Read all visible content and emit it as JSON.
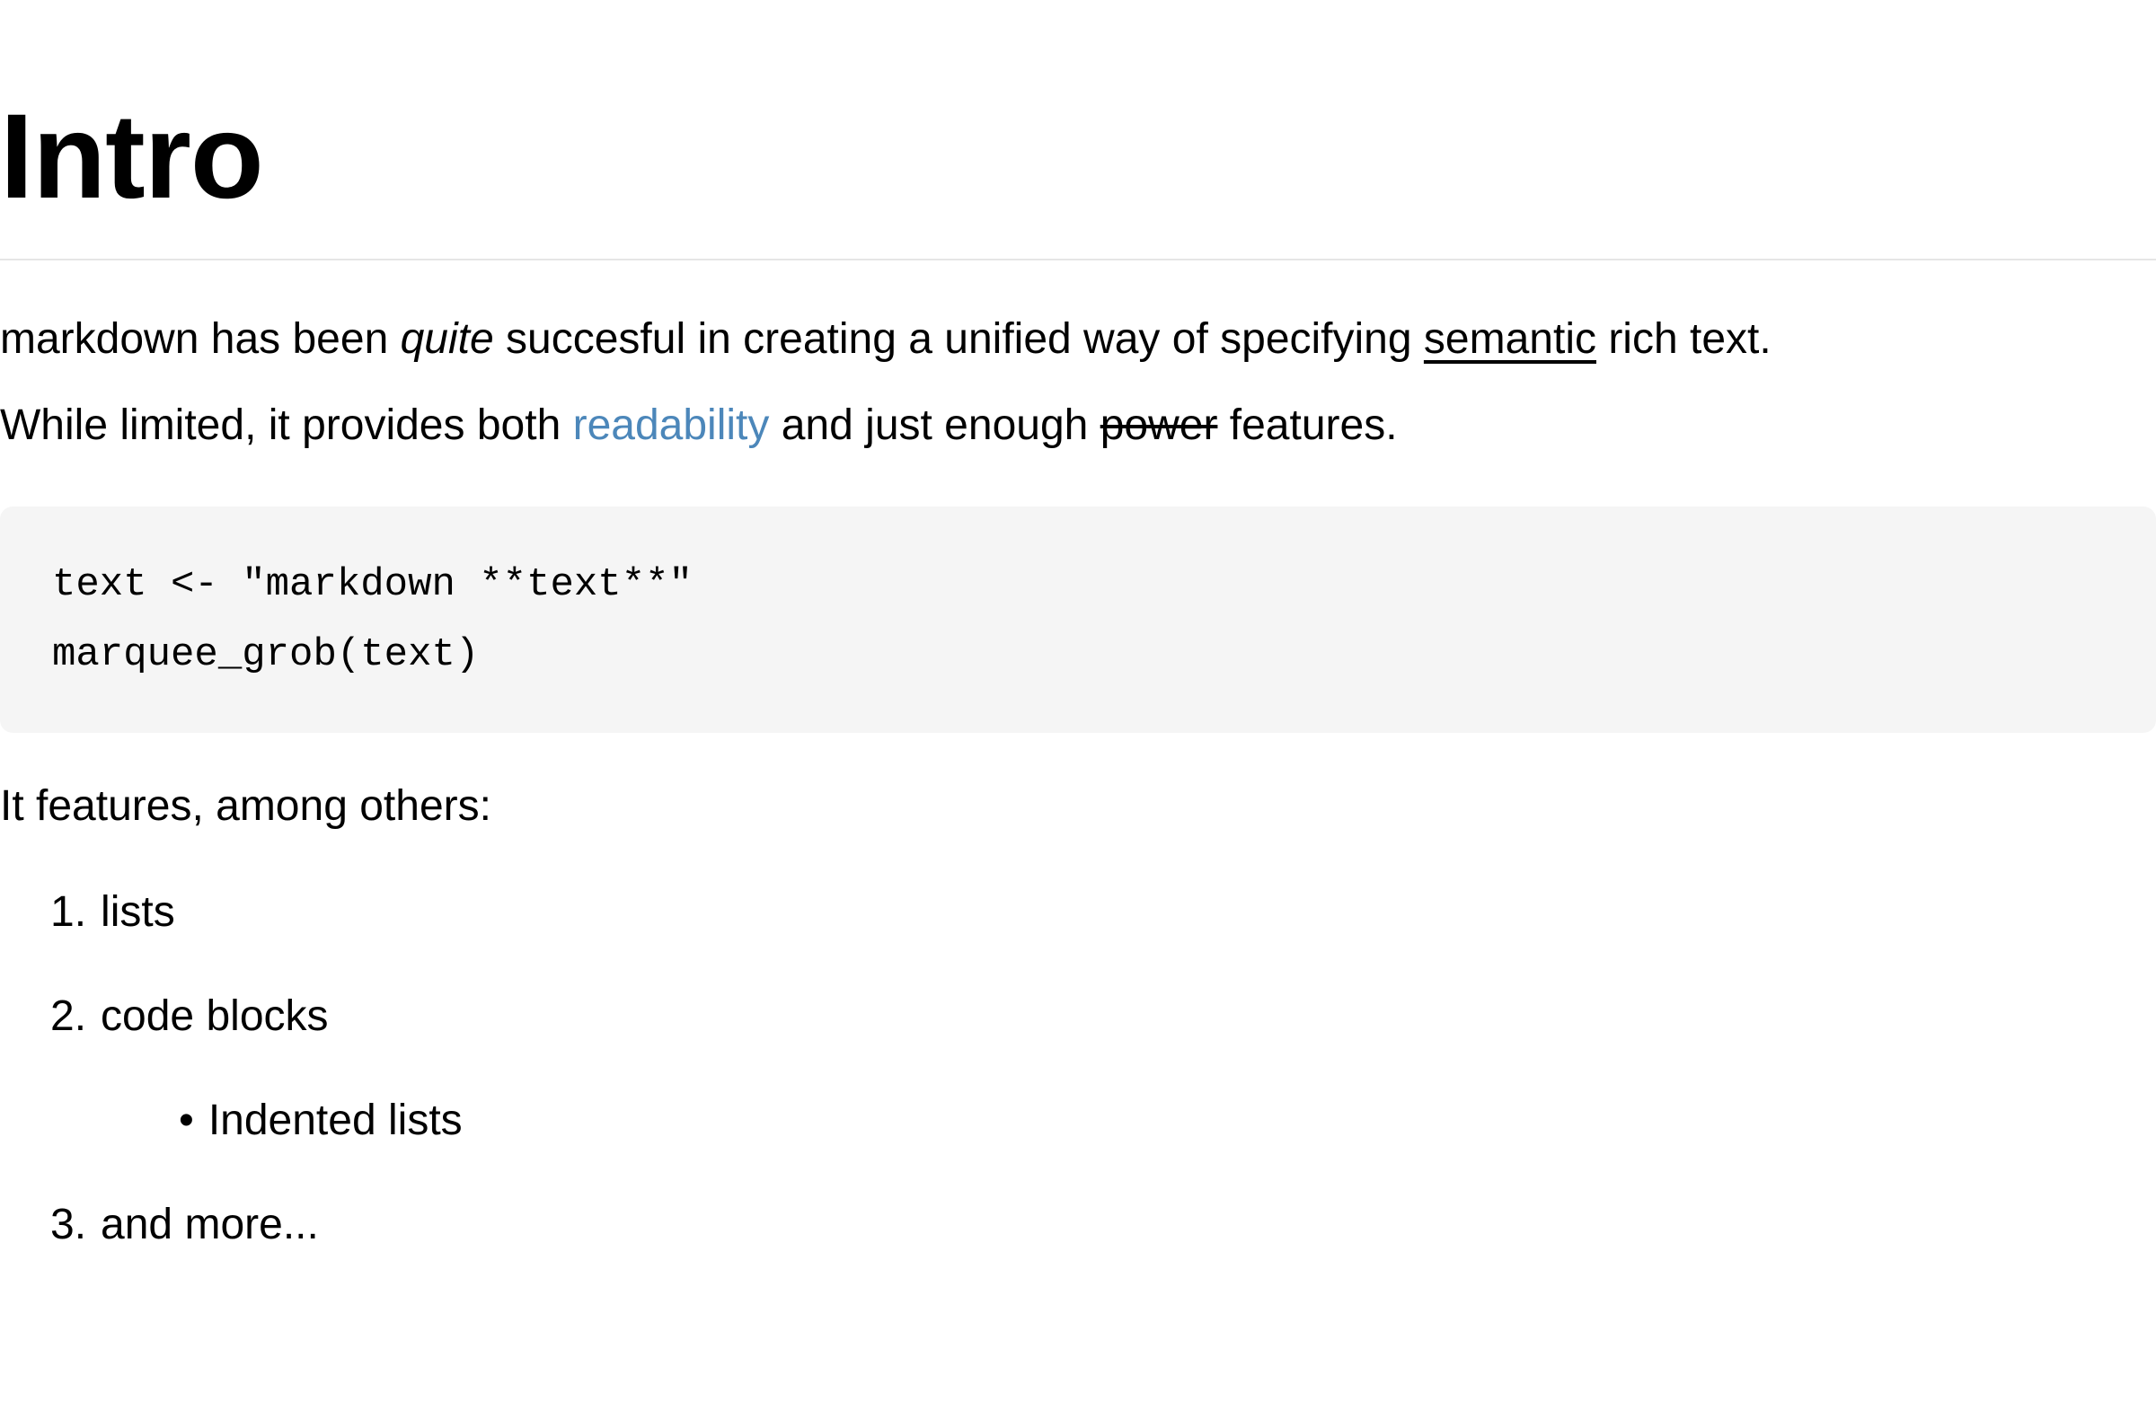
{
  "heading": {
    "text": "Intro"
  },
  "paragraph": {
    "lines": [
      [
        {
          "text": "markdown has been ",
          "style": "normal"
        },
        {
          "text": "quite",
          "style": "italic"
        },
        {
          "text": " succesful in creating a unified way of specifying ",
          "style": "normal"
        },
        {
          "text": "semantic",
          "style": "underline"
        },
        {
          "text": " rich text.",
          "style": "normal"
        }
      ],
      [
        {
          "text": "While limited, it provides both ",
          "style": "normal"
        },
        {
          "text": "readability",
          "style": "link"
        },
        {
          "text": " and just enough ",
          "style": "normal"
        },
        {
          "text": "power",
          "style": "strikethrough"
        },
        {
          "text": " features.",
          "style": "normal"
        }
      ]
    ]
  },
  "code_block": {
    "lines": [
      "text <- \"markdown **text**\"",
      "marquee_grob(text)"
    ]
  },
  "list_intro": "It features, among others:",
  "ordered_list": {
    "items": [
      {
        "marker": "1.",
        "text": "lists",
        "level": 1
      },
      {
        "marker": "2.",
        "text": "code blocks",
        "level": 1
      },
      {
        "marker": "•",
        "text": "Indented lists",
        "level": 2
      },
      {
        "marker": "3.",
        "text": "and more...",
        "level": 1
      }
    ]
  },
  "colors": {
    "link": "#4c87ba",
    "code_background": "#f5f5f5",
    "divider": "#e5e5e5",
    "text": "#000000"
  }
}
